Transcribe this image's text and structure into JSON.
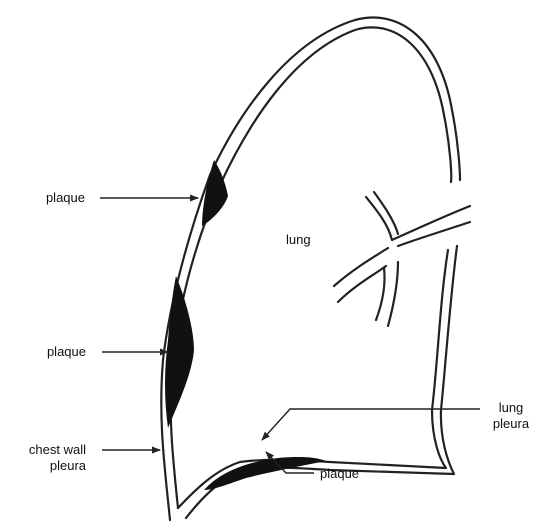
{
  "labels": {
    "plaque_top": "plaque",
    "plaque_middle": "plaque",
    "chest_wall_pleura": [
      "chest wall",
      "pleura"
    ],
    "lung": "lung",
    "lung_pleura": [
      "lung",
      "pleura"
    ],
    "plaque_bottom": "plaque"
  }
}
